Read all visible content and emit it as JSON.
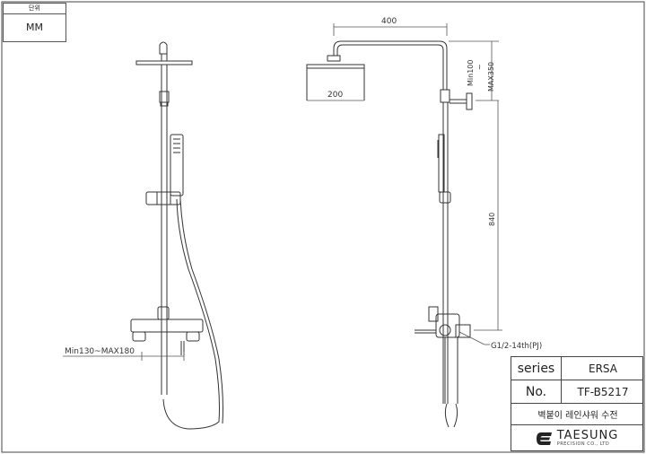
{
  "unit_box": {
    "label": "단위",
    "value": "MM"
  },
  "dimensions": {
    "left_range": "Min130~MAX180",
    "top_arm": "400",
    "head_width": "200",
    "arm_height_min": "Min100",
    "arm_height_tilde": "~",
    "arm_height_max": "MAX350",
    "rail_length": "840",
    "thread": "G1/2-14th(PJ)"
  },
  "title_block": {
    "series_label": "series",
    "series_value": "ERSA",
    "no_label": "No.",
    "no_value": "TF-B5217",
    "product_name": "벽붙이 레인샤워 수전",
    "company": "TAESUNG",
    "company_sub": "PRECISION CO., LTD"
  },
  "colors": {
    "line": "#333333",
    "dim": "#555555"
  }
}
